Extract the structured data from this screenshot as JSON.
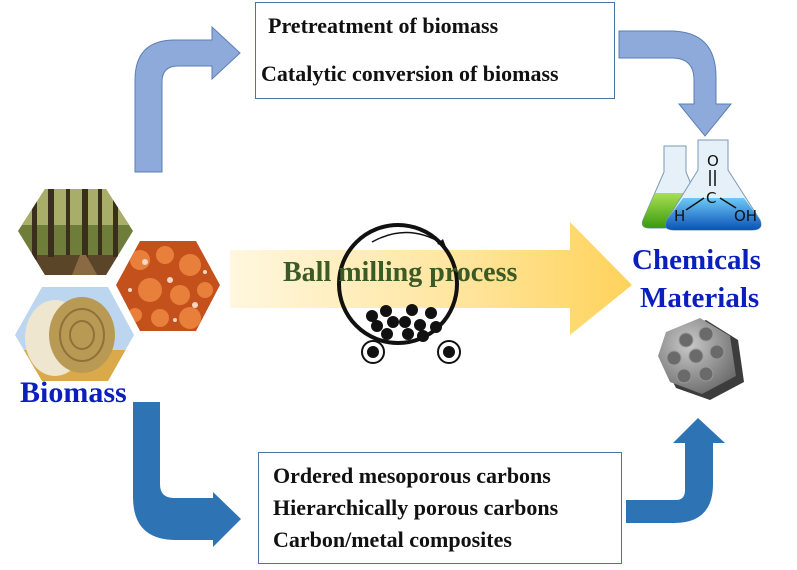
{
  "diagram": {
    "top_box": {
      "lines": [
        "Pretreatment of biomass",
        "Catalytic conversion of biomass"
      ]
    },
    "bottom_box": {
      "lines": [
        "Ordered mesoporous carbons",
        "Hierarchically porous carbons",
        "Carbon/metal composites"
      ]
    },
    "center": {
      "label": "Ball milling process",
      "icon": "ball-mill-jar-icon"
    },
    "source": {
      "label": "Biomass",
      "images": [
        "forest-image",
        "crustacean-shells-image",
        "hay-bale-image"
      ]
    },
    "products": {
      "label_1": "Chemicals",
      "label_2": "Materials",
      "chemical_icon": "flask-formic-acid-icon",
      "chemical_formula": {
        "top": "O",
        "center": "C",
        "left": "H",
        "right": "OH"
      },
      "material_icon": "hexagonal-porous-carbon-icon"
    },
    "colors": {
      "light_arrow": "#8eaadb",
      "dark_arrow": "#2e74b5",
      "label_blue": "#0b1fbf",
      "center_text": "#3b5a25",
      "yellow_arrow": "#ffd966"
    }
  }
}
